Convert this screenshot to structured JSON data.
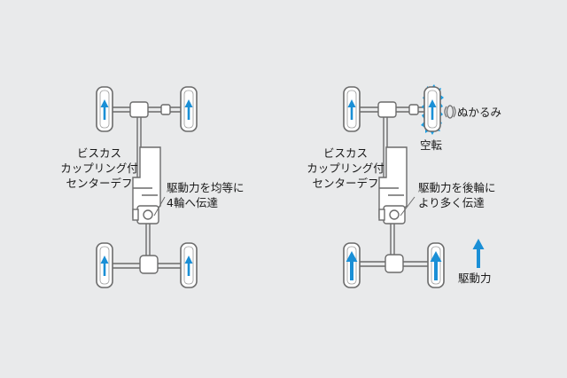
{
  "left": {
    "coupling_label": [
      "ビスカス",
      "カップリング付",
      "センターデフ"
    ],
    "distribution_label": [
      "駆動力を均等に",
      "4輪へ伝達"
    ]
  },
  "right": {
    "coupling_label": [
      "ビスカス",
      "カップリング付",
      "センターデフ"
    ],
    "distribution_label": [
      "駆動力を後輪に",
      "より多く伝達"
    ],
    "mud_label": "ぬかるみ",
    "spin_label": "空転",
    "legend_label": "駆動力"
  },
  "colors": {
    "background": "#e9eaeb",
    "line": "#6b6b6b",
    "tire_fill": "#ffffff",
    "arrow": "#1a8fd6",
    "splash": "#1aa0e6"
  }
}
